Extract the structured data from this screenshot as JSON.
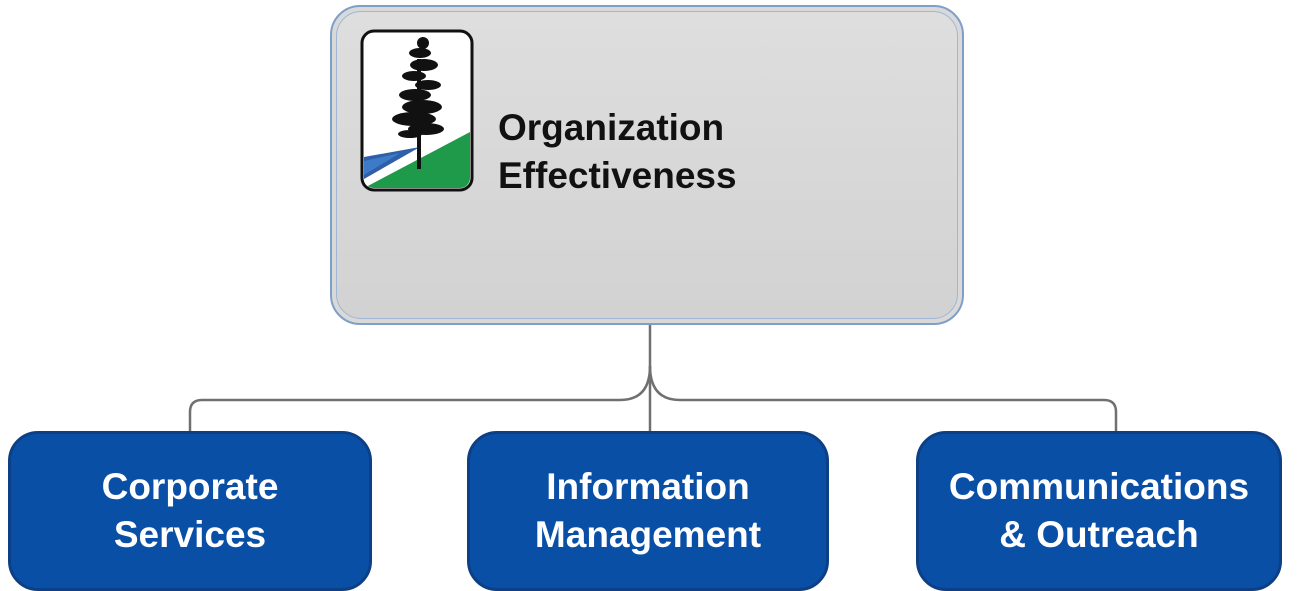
{
  "root": {
    "title_lines": [
      "Organization",
      "Effectiveness"
    ],
    "logo": "pine-tree-logo"
  },
  "children": [
    {
      "lines": [
        "Corporate",
        "Services"
      ]
    },
    {
      "lines": [
        "Information",
        "Management"
      ]
    },
    {
      "lines": [
        "Communications",
        "& Outreach"
      ]
    }
  ],
  "colors": {
    "root_fill": "#d9d9d9",
    "root_border": "#7f9fc8",
    "child_fill": "#0a4fa6",
    "connector": "#707070",
    "logo_green": "#1f9a4a",
    "logo_blue": "#2e5fa8"
  }
}
